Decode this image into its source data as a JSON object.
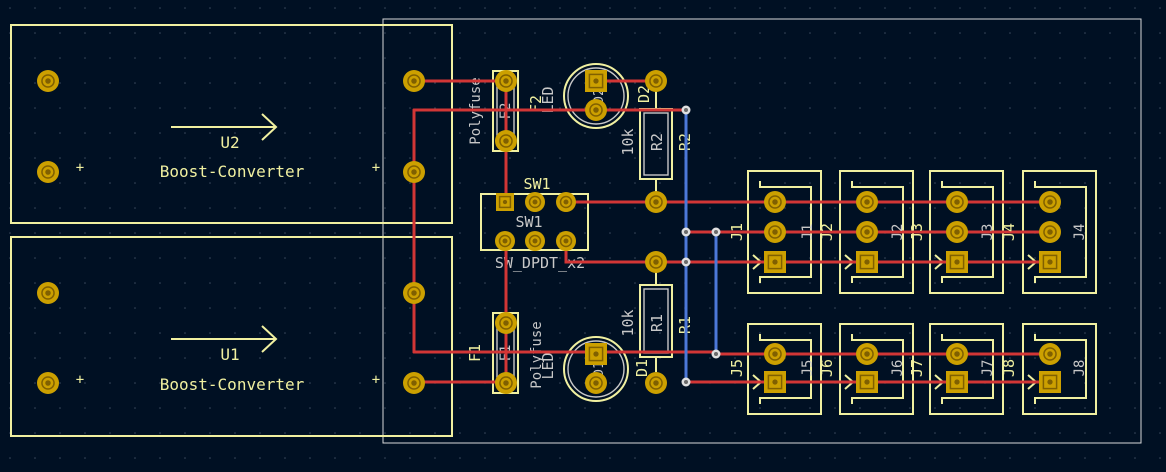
{
  "colors": {
    "background": "#001023",
    "silkscreen": "#f0f0a0",
    "fab": "#c8c8c8",
    "front_copper": "#d23636",
    "back_copper": "#4c78d8",
    "pad": "#cca000",
    "board_edge": "#d8d8d8"
  },
  "converters": [
    {
      "ref": "U2",
      "value": "Boost-Converter",
      "plus_left": "+",
      "plus_right": "+"
    },
    {
      "ref": "U1",
      "value": "Boost-Converter",
      "plus_left": "+",
      "plus_right": "+"
    }
  ],
  "switch": {
    "ref_top": "SW1",
    "ref_body": "SW1",
    "value": "SW_DPDT_x2"
  },
  "fuses": {
    "F2": {
      "ref": "F2",
      "fab_ref": "F2",
      "value": "Polyfuse"
    },
    "F1": {
      "ref": "F1",
      "fab_ref": "F1",
      "value": "Polyfuse"
    }
  },
  "leds": {
    "D2": {
      "ref": "D2",
      "fab_ref": "D2",
      "value": "LED"
    },
    "D1": {
      "ref": "D1",
      "fab_ref": "D1",
      "value": "LED"
    }
  },
  "resistors": {
    "R2": {
      "ref": "R2",
      "fab_ref": "R2",
      "value": "10k"
    },
    "R1": {
      "ref": "R1",
      "fab_ref": "R1",
      "value": "10k"
    }
  },
  "connectors_top": [
    {
      "ref": "J1",
      "fab_ref": "J1"
    },
    {
      "ref": "J2",
      "fab_ref": "J2"
    },
    {
      "ref": "J3",
      "fab_ref": "J3"
    },
    {
      "ref": "J4",
      "fab_ref": "J4"
    }
  ],
  "connectors_bottom": [
    {
      "ref": "J5",
      "fab_ref": "J5"
    },
    {
      "ref": "J6",
      "fab_ref": "J6"
    },
    {
      "ref": "J7",
      "fab_ref": "J7"
    },
    {
      "ref": "J8",
      "fab_ref": "J8"
    }
  ]
}
